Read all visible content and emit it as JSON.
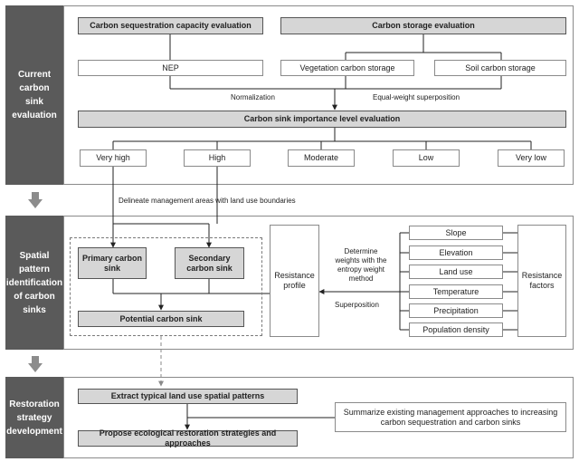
{
  "stages": [
    {
      "label": "Current\ncarbon sink\nevaluation"
    },
    {
      "label": "Spatial\npattern\nidentification\nof carbon\nsinks"
    },
    {
      "label": "Restoration\nstrategy\ndevelopment"
    }
  ],
  "eval": {
    "sequestration": "Carbon sequestration capacity evaluation",
    "storage": "Carbon storage evaluation",
    "nep": "NEP",
    "veg_storage": "Vegetation carbon storage",
    "soil_storage": "Soil carbon storage",
    "normalization": "Normalization",
    "equal_weight": "Equal-weight superposition",
    "importance": "Carbon sink importance level evaluation",
    "levels": [
      "Very high",
      "High",
      "Moderate",
      "Low",
      "Very low"
    ],
    "delineate": "Delineate management areas with land use boundaries"
  },
  "spatial": {
    "primary": "Primary carbon sink",
    "secondary": "Secondary carbon sink",
    "potential": "Potential carbon sink",
    "resistance_profile": "Resistance profile",
    "entropy": "Determine\nweights with the\nentropy weight\nmethod",
    "superposition": "Superposition",
    "factors": [
      "Slope",
      "Elevation",
      "Land use",
      "Temperature",
      "Precipitation",
      "Population density"
    ],
    "resistance_factors": "Resistance factors"
  },
  "restore": {
    "extract": "Extract typical land use spatial patterns",
    "propose": "Propose ecological restoration strategies and approaches",
    "summarize": "Summarize existing management approaches to increasing carbon sequestration and carbon sinks"
  },
  "colors": {
    "sidebar": "#5a5a5a",
    "gray_box": "#d6d6d6",
    "stage_arrow": "#8c8c8c",
    "line": "#222222"
  }
}
